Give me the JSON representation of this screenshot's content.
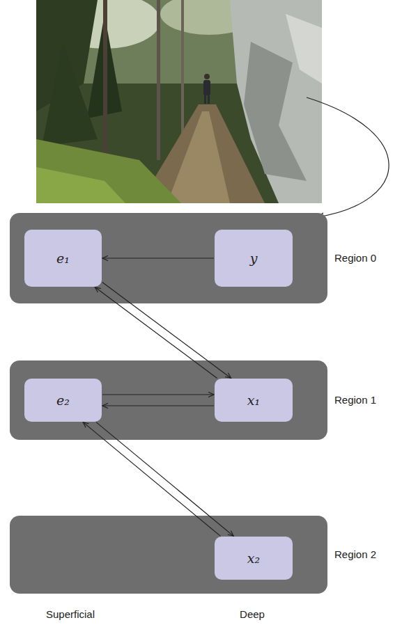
{
  "diagram": {
    "nodes": [
      {
        "text": [
          "Region 0"
        ]
      },
      {
        "text": [
          "e₁"
        ],
        "in": 0
      },
      {
        "text": [
          "y"
        ],
        "in": 0
      },
      {
        "text": [
          "Region 1"
        ]
      },
      {
        "text": [
          "e₂"
        ],
        "in": 3
      },
      {
        "text": [
          "x₁"
        ],
        "in": 3
      },
      {
        "text": [
          "Region 2"
        ]
      },
      {
        "text": [
          "x₂"
        ],
        "in": 6
      }
    ],
    "edges": [
      {
        "from": 2,
        "to": 1,
        "arrow": "to"
      },
      {
        "from": 1,
        "to": 5,
        "arrow": "to"
      },
      {
        "from": 5,
        "to": 1,
        "arrow": "to"
      },
      {
        "from": 4,
        "to": 5,
        "arrow": "to"
      },
      {
        "from": 5,
        "to": 4,
        "arrow": "to"
      },
      {
        "from": 4,
        "to": 7,
        "arrow": "to"
      },
      {
        "from": 7,
        "to": 4,
        "arrow": "to"
      }
    ],
    "labels": [
      "Superficial",
      "Deep"
    ]
  }
}
